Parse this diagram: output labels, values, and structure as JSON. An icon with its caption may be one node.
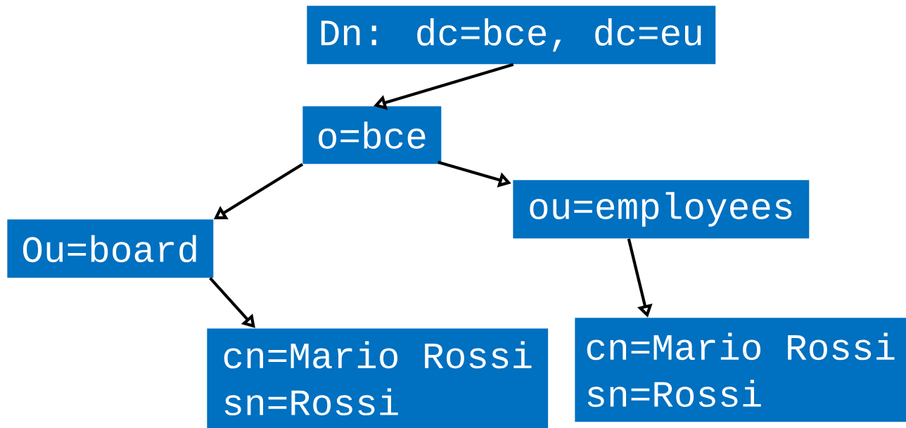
{
  "diagram": {
    "nodes": [
      {
        "text": [
          "Dn: dc=bce, dc=eu"
        ]
      },
      {
        "text": [
          "o=bce"
        ]
      },
      {
        "text": [
          "Ou=board"
        ]
      },
      {
        "text": [
          "ou=employees"
        ]
      },
      {
        "text": [
          "cn=Mario Rossi",
          "sn=Rossi"
        ]
      },
      {
        "text": [
          "cn=Mario Rossi",
          "sn=Rossi"
        ]
      }
    ],
    "edges": [
      {
        "from": 0,
        "to": 1,
        "arrow": "to"
      },
      {
        "from": 1,
        "to": 2,
        "arrow": "to"
      },
      {
        "from": 1,
        "to": 3,
        "arrow": "to"
      },
      {
        "from": 2,
        "to": 4,
        "arrow": "to"
      },
      {
        "from": 3,
        "to": 5,
        "arrow": "to"
      }
    ]
  }
}
